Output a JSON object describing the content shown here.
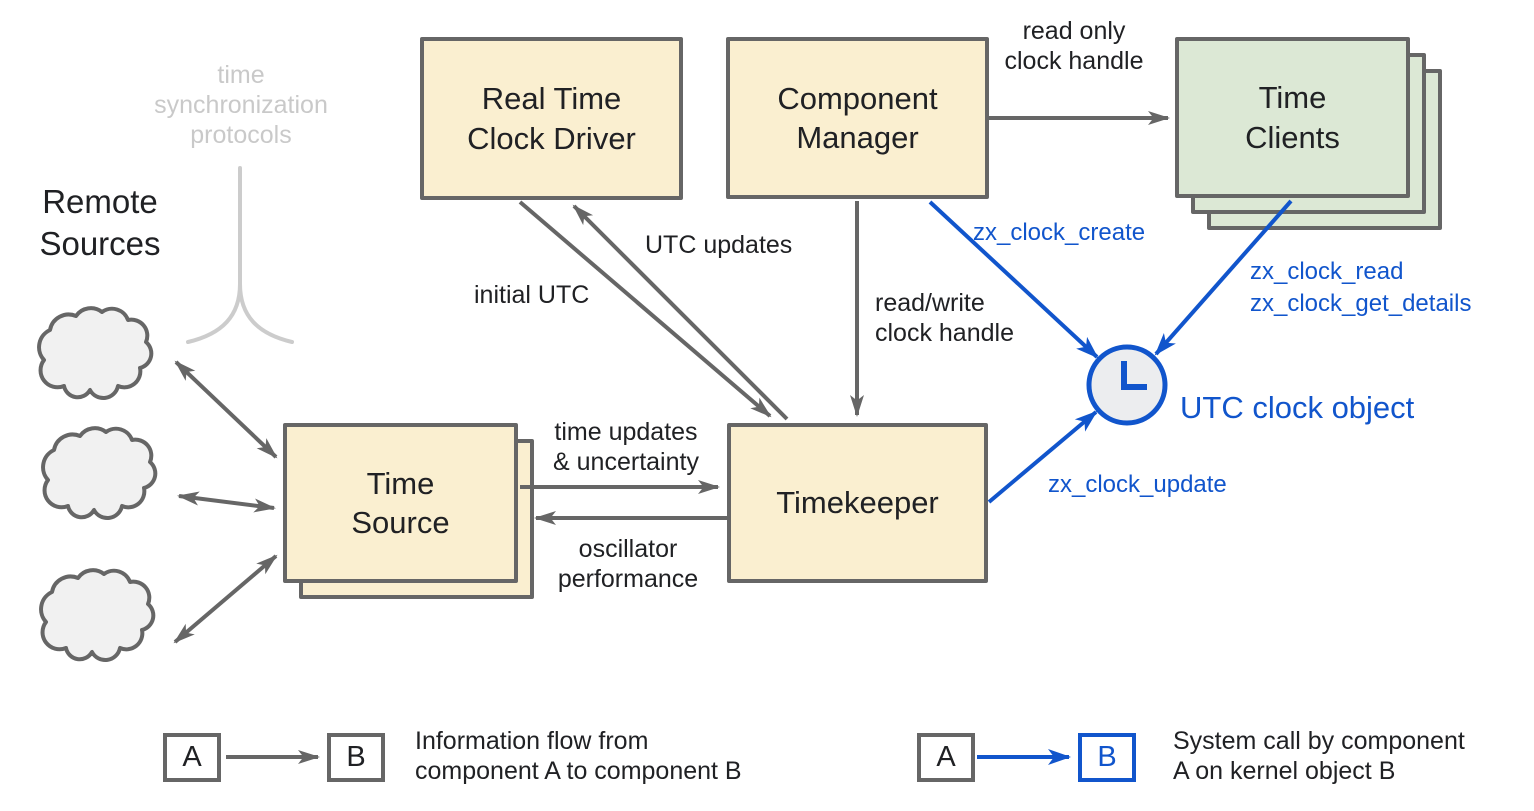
{
  "colors": {
    "component_fill": "#FAEFD0",
    "client_fill": "#DCE8D5",
    "border_and_arrow_gray": "#666666",
    "syscall_blue": "#1155CC",
    "cloud_fill": "#F1F1F1",
    "muted_gray": "#C9C9C9",
    "clock_face": "#ECEDEF",
    "text": "#202124"
  },
  "annotations": {
    "protocols": "time\nsynchronization\nprotocols",
    "remote_sources": "Remote\nSources"
  },
  "nodes": {
    "rtc_driver": "Real Time\nClock Driver",
    "component_manager": "Component\nManager",
    "time_clients": "Time\nClients",
    "time_source": "Time\nSource",
    "timekeeper": "Timekeeper",
    "utc_clock_object": "UTC clock object"
  },
  "edges": {
    "read_only_clock_handle": "read only\nclock handle",
    "utc_updates": "UTC updates",
    "initial_utc": "initial UTC",
    "read_write_clock_handle": "read/write\nclock handle",
    "zx_clock_create": "zx_clock_create",
    "zx_clock_read": "zx_clock_read\nzx_clock_get_details",
    "zx_clock_update": "zx_clock_update",
    "time_updates": "time updates\n& uncertainty",
    "oscillator": "oscillator\nperformance"
  },
  "legend": {
    "flow": {
      "a": "A",
      "b": "B",
      "text": "Information flow from\ncomponent A to component B"
    },
    "syscall": {
      "a": "A",
      "b": "B",
      "text": "System call by component\nA on kernel object B"
    }
  }
}
